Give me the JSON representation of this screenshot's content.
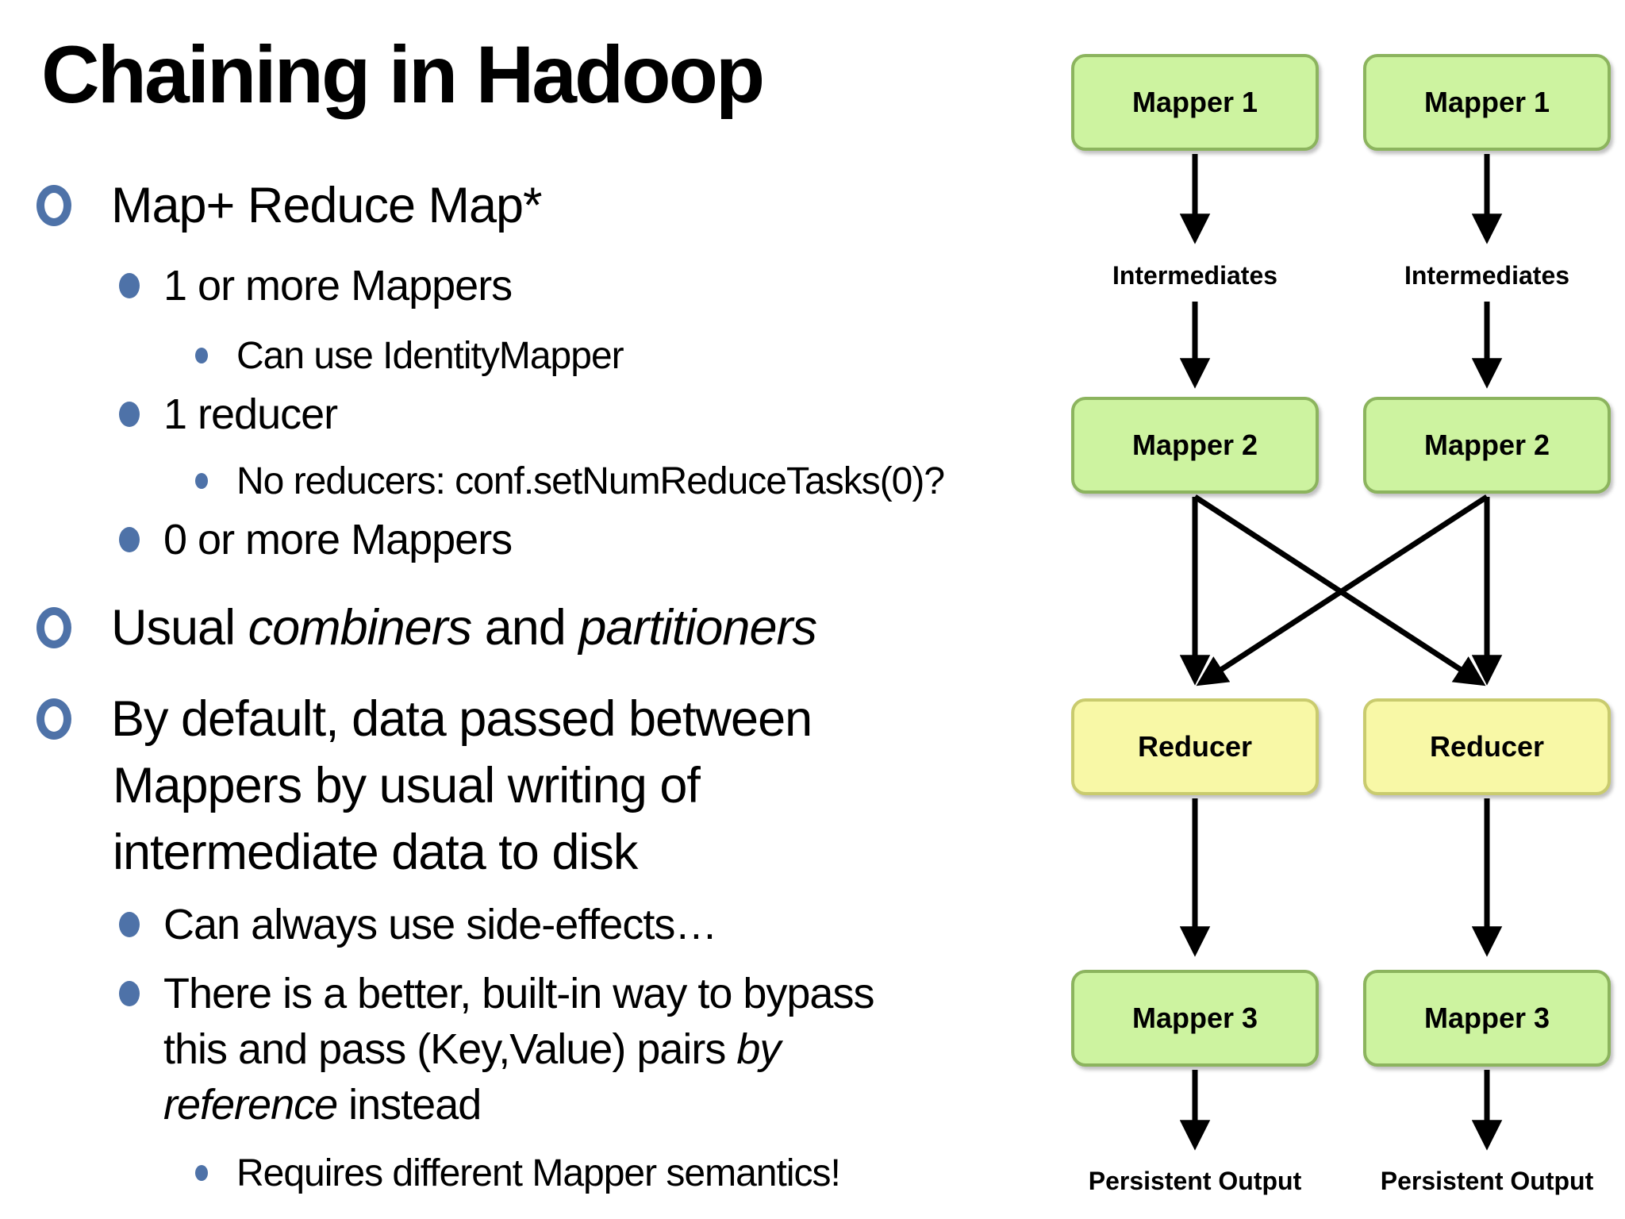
{
  "slide": {
    "title": "Chaining in Hadoop",
    "bullets": {
      "map_reduce_map": "Map+ Reduce Map*",
      "one_or_more_mappers": "1 or more Mappers",
      "can_use_identity_mapper": "Can use IdentityMapper",
      "one_reducer": "1 reducer",
      "no_reducers": "No reducers: conf.setNumReduceTasks(0)?",
      "zero_or_more_mappers": "0 or more Mappers",
      "usual": {
        "seg0": "Usual ",
        "seg1": "combiners",
        "seg2": " and ",
        "seg3": "partitioners"
      },
      "by_default_line1": "By default, data passed between",
      "by_default_line2": "Mappers by usual writing of",
      "by_default_line3": "intermediate data to disk",
      "side_effects": "Can always use side-effects…",
      "better_line1": "There is a better, built-in way to bypass",
      "better_line2": {
        "normal": "this and pass (Key,Value) pairs ",
        "italic": "by"
      },
      "better_line3": {
        "italic": "reference",
        "normal": " instead"
      },
      "requires": "Requires different Mapper semantics!"
    }
  },
  "diagram": {
    "columns": [
      {
        "mapper1": "Mapper 1",
        "intermediates": "Intermediates",
        "mapper2": "Mapper 2",
        "reducer": "Reducer",
        "mapper3": "Mapper 3",
        "persistent_output": "Persistent Output"
      },
      {
        "mapper1": "Mapper 1",
        "intermediates": "Intermediates",
        "mapper2": "Mapper 2",
        "reducer": "Reducer",
        "mapper3": "Mapper 3",
        "persistent_output": "Persistent Output"
      }
    ]
  },
  "colors": {
    "mapper_fill": "#cdf3a0",
    "mapper_border": "#8cb45e",
    "reducer_fill": "#f8f8a6",
    "reducer_border": "#c9cb6e",
    "bullet_blue": "#4e72a8",
    "text": "#000000",
    "background": "#ffffff",
    "arrow": "#000000"
  }
}
